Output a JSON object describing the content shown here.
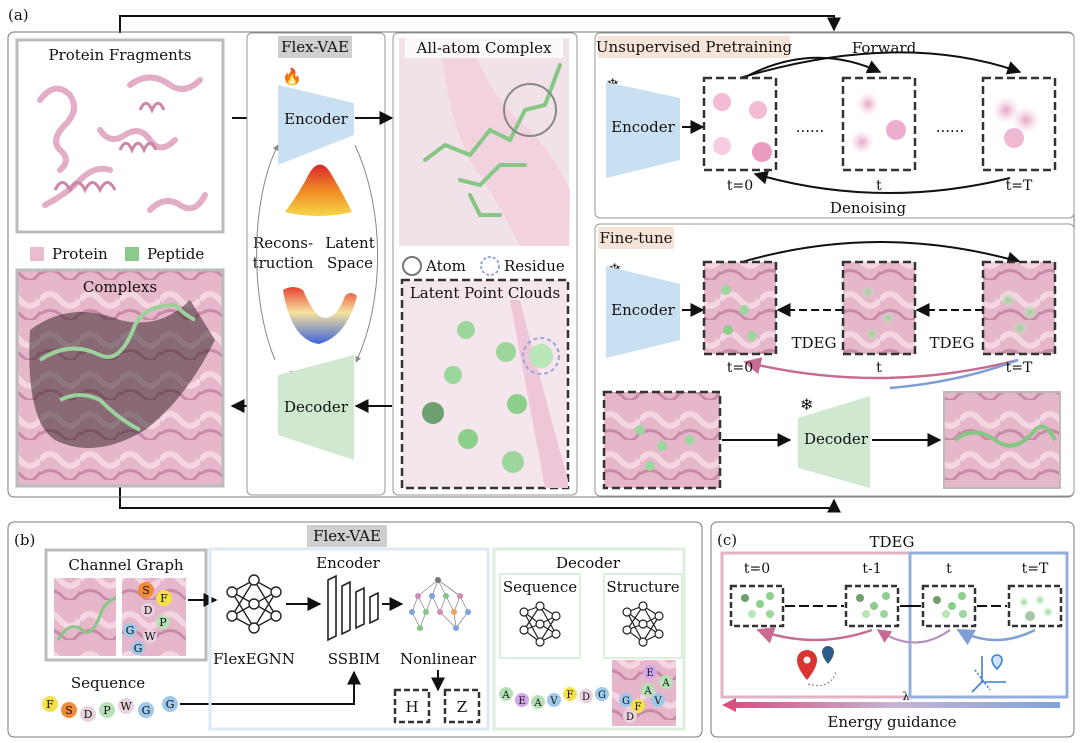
{
  "panel_a": {
    "label": "(a)",
    "protein_fragments": "Protein Fragments",
    "legend_protein": "Protein",
    "legend_peptide": "Peptide",
    "complexs": "Complexs",
    "flexvae_title": "Flex-VAE",
    "encoder": "Encoder",
    "decoder": "Decoder",
    "reconstruction_1": "Recons-",
    "reconstruction_2": "truction",
    "latent_1": "Latent",
    "latent_2": "Space",
    "allatom": "All-atom Complex",
    "atom": "Atom",
    "residue": "Residue",
    "latent_pc": "Latent Point Clouds",
    "unsup": "Unsupervised Pretraining",
    "forward": "Forward",
    "denoising": "Denoising",
    "dots": "......",
    "t0": "t=0",
    "t": "t",
    "tT": "t=T",
    "finetune": "Fine-tune",
    "tdeg": "TDEG"
  },
  "panel_b": {
    "label": "(b)",
    "flexvae": "Flex-VAE",
    "channel_graph": "Channel Graph",
    "encoder": "Encoder",
    "flexegnn": "FlexEGNN",
    "ssbim": "SSBIM",
    "nonlinear": "Nonlinear",
    "h": "H",
    "z": "Z",
    "decoder": "Decoder",
    "sequence_dec": "Sequence",
    "structure": "Structure",
    "sequence": "Sequence",
    "seq_letters": [
      "F",
      "S",
      "D",
      "P",
      "W",
      "G",
      "G"
    ],
    "graph_letters": [
      "S",
      "F",
      "D",
      "P",
      "G",
      "W",
      "G"
    ],
    "dec_letters": [
      "A",
      "E",
      "A",
      "V",
      "F",
      "D",
      "G"
    ],
    "struct_letters": [
      "E",
      "A",
      "A",
      "V",
      "G",
      "F",
      "D"
    ]
  },
  "panel_c": {
    "label": "(c)",
    "title": "TDEG",
    "t0": "t=0",
    "t1": "t-1",
    "t": "t",
    "tT": "t=T",
    "energy": "Energy guidance",
    "lambda": "λ"
  },
  "colors": {
    "protein": "#e9bcd0",
    "peptide": "#8cc98c",
    "encoder": "#c9e0f2",
    "decoder": "#cfe8cf",
    "accent_pink": "#d0799d",
    "accent_blue": "#7e9fd6"
  }
}
